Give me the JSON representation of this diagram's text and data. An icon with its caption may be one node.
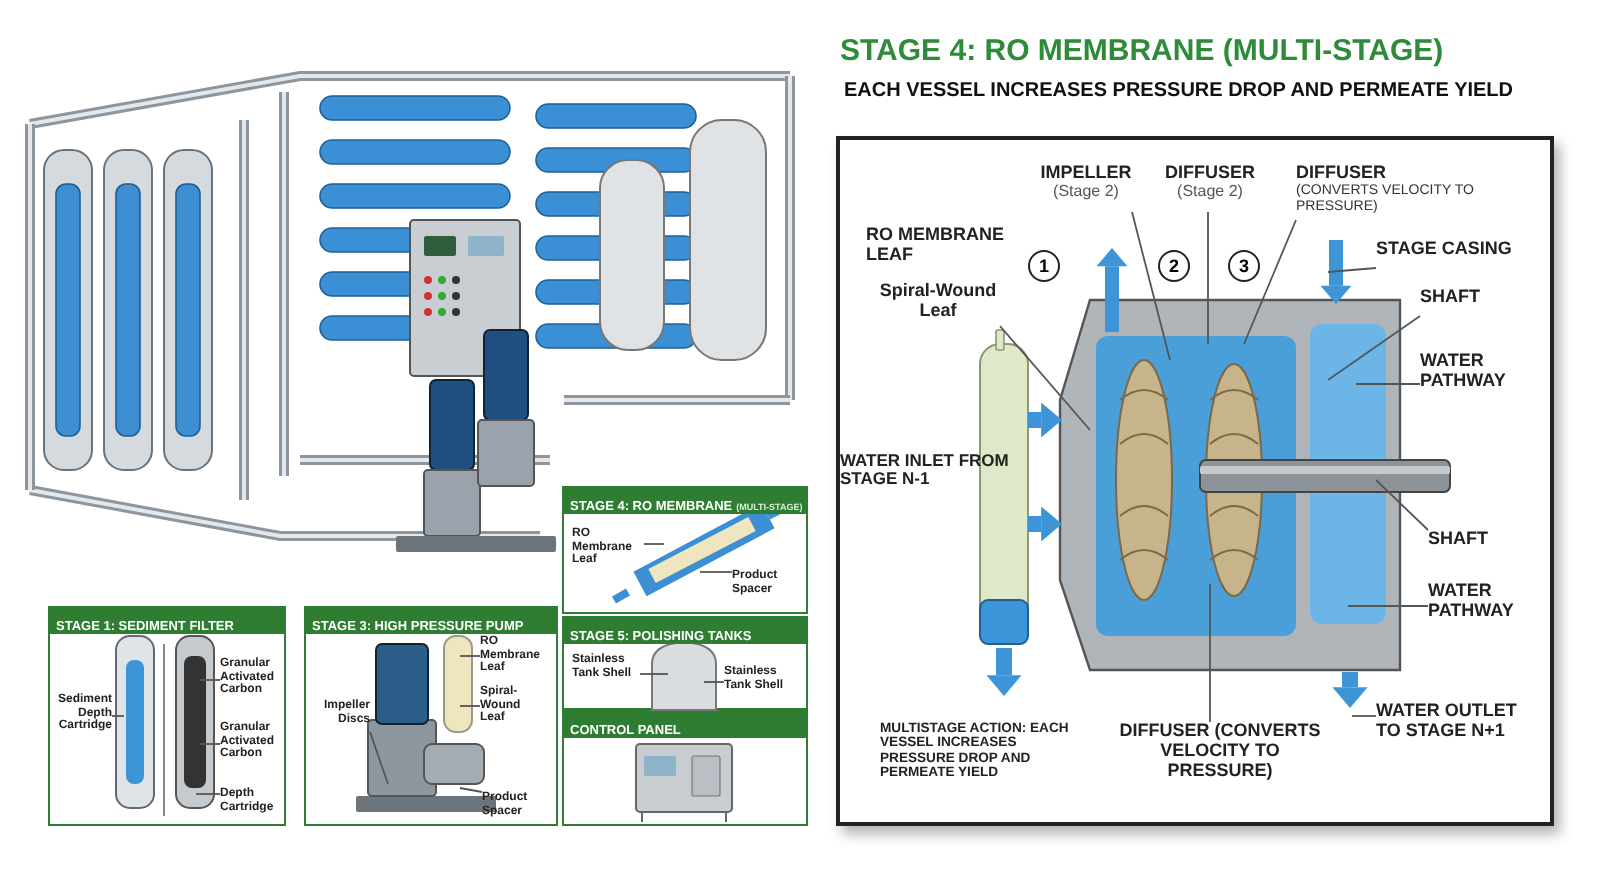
{
  "diagram": {
    "nodes": [
      {
        "text": [
          "STAGE 1: SEDIMENT FILTER"
        ]
      },
      {
        "text": [
          "Sediment Depth Cartridge"
        ],
        "in": 0
      },
      {
        "text": [
          "Granular Activated Carbon"
        ],
        "in": 0
      },
      {
        "text": [
          "Granular Activated Carbon"
        ],
        "in": 0
      },
      {
        "text": [
          "Depth Cartridge"
        ],
        "in": 0
      },
      {
        "text": [
          "STAGE 3: HIGH PRESSURE PUMP"
        ]
      },
      {
        "text": [
          "Impeller Discs"
        ],
        "in": 5
      },
      {
        "text": [
          "RO Membrane Leaf"
        ],
        "in": 5
      },
      {
        "text": [
          "Spiral-Wound Leaf"
        ],
        "in": 5
      },
      {
        "text": [
          "Product Spacer"
        ],
        "in": 5
      },
      {
        "text": [
          "STAGE 4: RO MEMBRANE",
          "(MULTI-STAGE)"
        ]
      },
      {
        "text": [
          "RO Membrane Leaf"
        ],
        "in": 10
      },
      {
        "text": [
          "Product Spacer"
        ],
        "in": 10
      },
      {
        "text": [
          "STAGE 5: POLISHING TANKS"
        ]
      },
      {
        "text": [
          "Stainless Tank Shell"
        ],
        "in": 13
      },
      {
        "text": [
          "Stainless Tank Shell"
        ],
        "in": 13
      },
      {
        "text": [
          "CONTROL PANEL"
        ]
      },
      {
        "text": [
          "STAGE 4: RO MEMBRANE (MULTI-STAGE)",
          "EACH VESSEL INCREASES PRESSURE DROP AND PERMEATE YIELD"
        ]
      },
      {
        "text": [
          "IMPELLER",
          "(Stage 2)"
        ],
        "in": 17
      },
      {
        "text": [
          "DIFFUSER",
          "(Stage 2)"
        ],
        "in": 17
      },
      {
        "text": [
          "DIFFUSER",
          "(CONVERTS VELOCITY TO PRESSURE)"
        ],
        "in": 17
      },
      {
        "text": [
          "Spiral-Wound Leaf"
        ],
        "in": 17
      },
      {
        "text": [
          "STAGE CASING"
        ],
        "in": 17
      },
      {
        "text": [
          "SHAFT"
        ],
        "in": 17
      },
      {
        "text": [
          "WATER PATHWAY"
        ],
        "in": 17
      },
      {
        "text": [
          "SHAFT"
        ],
        "in": 17
      },
      {
        "text": [
          "WATER PATHWAY"
        ],
        "in": 17
      },
      {
        "text": [
          "DIFFUSER (CONVERTS VELOCITY TO PRESSURE)"
        ],
        "in": 17
      },
      {
        "text": [
          "WATER OUTLET TO STAGE N+1"
        ],
        "in": 17
      }
    ],
    "edges": [
      {
        "from": 1,
        "to": null,
        "arrow": "none"
      },
      {
        "from": 2,
        "to": null,
        "arrow": "none"
      },
      {
        "from": 3,
        "to": null,
        "arrow": "none"
      },
      {
        "from": 4,
        "to": null,
        "arrow": "none"
      },
      {
        "from": 6,
        "to": null,
        "arrow": "none"
      },
      {
        "from": 7,
        "to": null,
        "arrow": "none"
      },
      {
        "from": 8,
        "to": null,
        "arrow": "none"
      },
      {
        "from": 9,
        "to": null,
        "arrow": "none"
      },
      {
        "from": 11,
        "to": null,
        "arrow": "none"
      },
      {
        "from": 12,
        "to": null,
        "arrow": "none"
      },
      {
        "from": 14,
        "to": null,
        "arrow": "none"
      },
      {
        "from": 15,
        "to": null,
        "arrow": "none"
      },
      {
        "from": 18,
        "to": null,
        "arrow": "none"
      },
      {
        "from": 19,
        "to": null,
        "arrow": "none"
      },
      {
        "from": 20,
        "to": null,
        "arrow": "none"
      },
      {
        "from": 21,
        "to": null,
        "arrow": "none"
      },
      {
        "from": 22,
        "to": null,
        "arrow": "none"
      },
      {
        "from": 23,
        "to": null,
        "arrow": "none"
      },
      {
        "from": 24,
        "to": null,
        "arrow": "none"
      },
      {
        "from": 25,
        "to": null,
        "arrow": "none"
      },
      {
        "from": 26,
        "to": null,
        "arrow": "none"
      },
      {
        "from": 27,
        "to": null,
        "arrow": "none"
      },
      {
        "from": 28,
        "to": null,
        "arrow": "none"
      }
    ],
    "labels": [
      "RO MEMBRANE LEAF",
      "1",
      "2",
      "3",
      "WATER INLET FROM STAGE N-1",
      "MULTISTAGE ACTION: EACH VESSEL INCREASES PRESSURE DROP AND PERMEATE YIELD"
    ]
  }
}
